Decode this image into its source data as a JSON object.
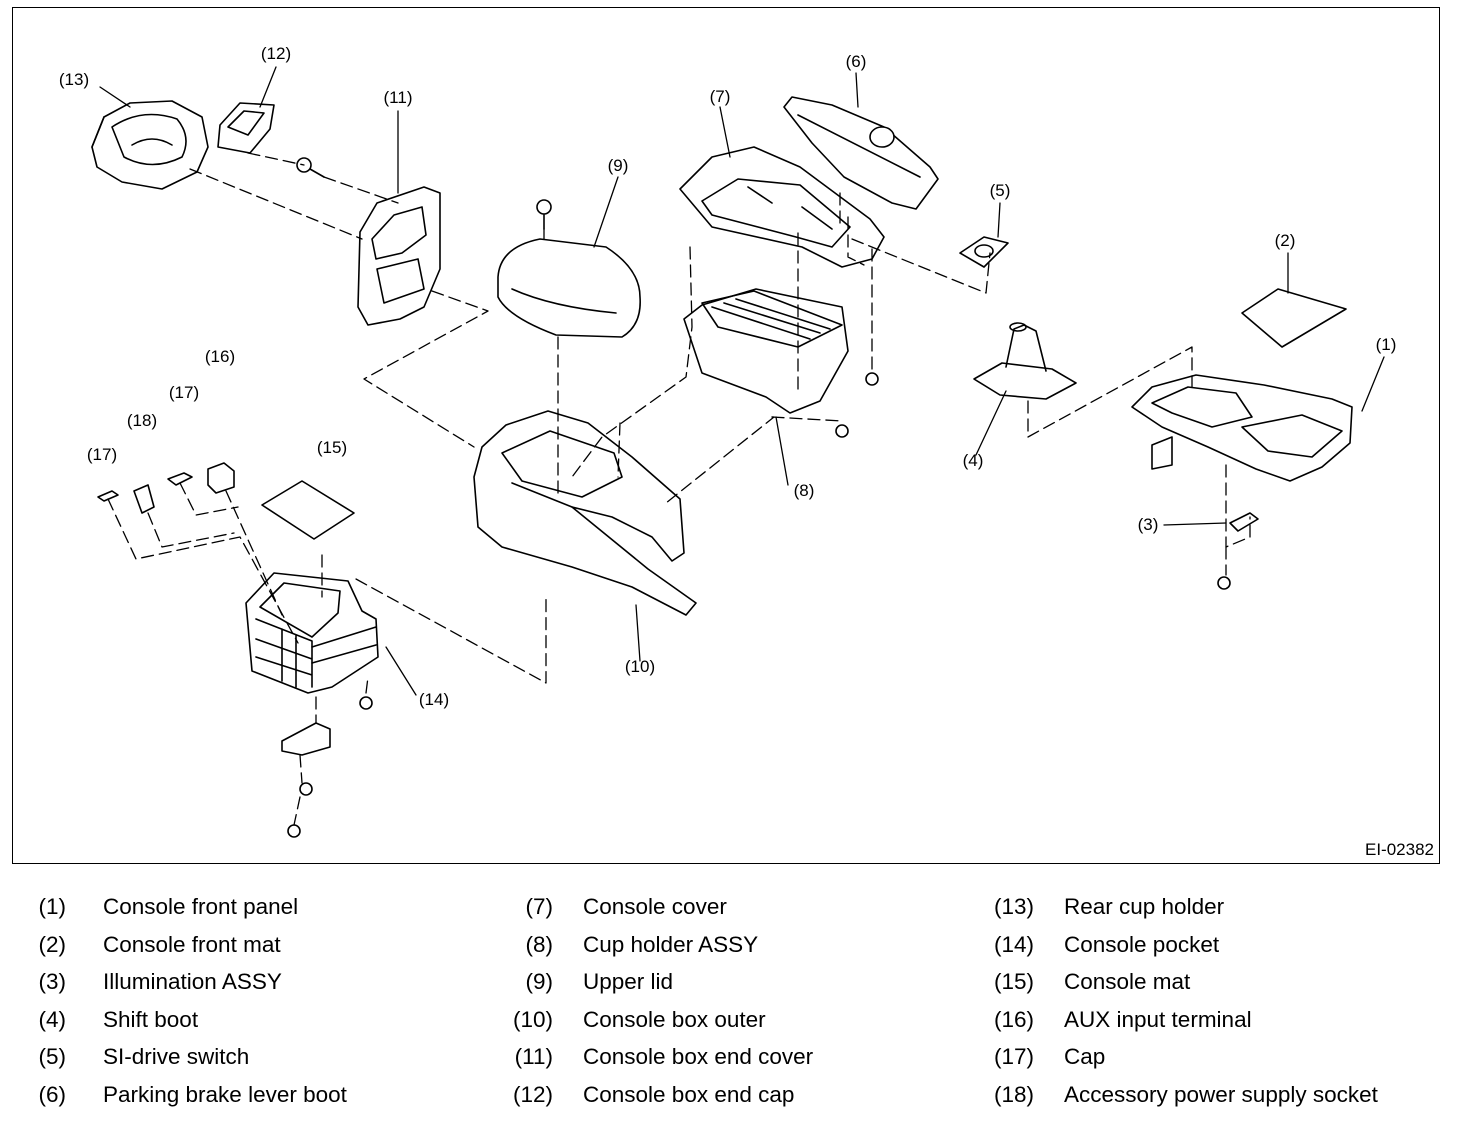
{
  "figure_id": "EI-02382",
  "callouts": [
    "(1)",
    "(2)",
    "(3)",
    "(4)",
    "(5)",
    "(6)",
    "(7)",
    "(8)",
    "(9)",
    "(10)",
    "(11)",
    "(12)",
    "(13)",
    "(14)",
    "(15)",
    "(16)",
    "(17)",
    "(17)",
    "(18)"
  ],
  "legend": [
    [
      {
        "num": "(1)",
        "name": "Console front panel"
      },
      {
        "num": "(2)",
        "name": "Console front mat"
      },
      {
        "num": "(3)",
        "name": "Illumination ASSY"
      },
      {
        "num": "(4)",
        "name": "Shift boot"
      },
      {
        "num": "(5)",
        "name": "SI-drive switch"
      },
      {
        "num": "(6)",
        "name": "Parking brake lever boot"
      }
    ],
    [
      {
        "num": "(7)",
        "name": "Console cover"
      },
      {
        "num": "(8)",
        "name": "Cup holder ASSY"
      },
      {
        "num": "(9)",
        "name": "Upper lid"
      },
      {
        "num": "(10)",
        "name": "Console box outer"
      },
      {
        "num": "(11)",
        "name": "Console box end cover"
      },
      {
        "num": "(12)",
        "name": "Console box end cap"
      }
    ],
    [
      {
        "num": "(13)",
        "name": "Rear cup holder"
      },
      {
        "num": "(14)",
        "name": "Console pocket"
      },
      {
        "num": "(15)",
        "name": "Console mat"
      },
      {
        "num": "(16)",
        "name": "AUX input terminal"
      },
      {
        "num": "(17)",
        "name": "Cap"
      },
      {
        "num": "(18)",
        "name": "Accessory power supply socket"
      }
    ]
  ]
}
